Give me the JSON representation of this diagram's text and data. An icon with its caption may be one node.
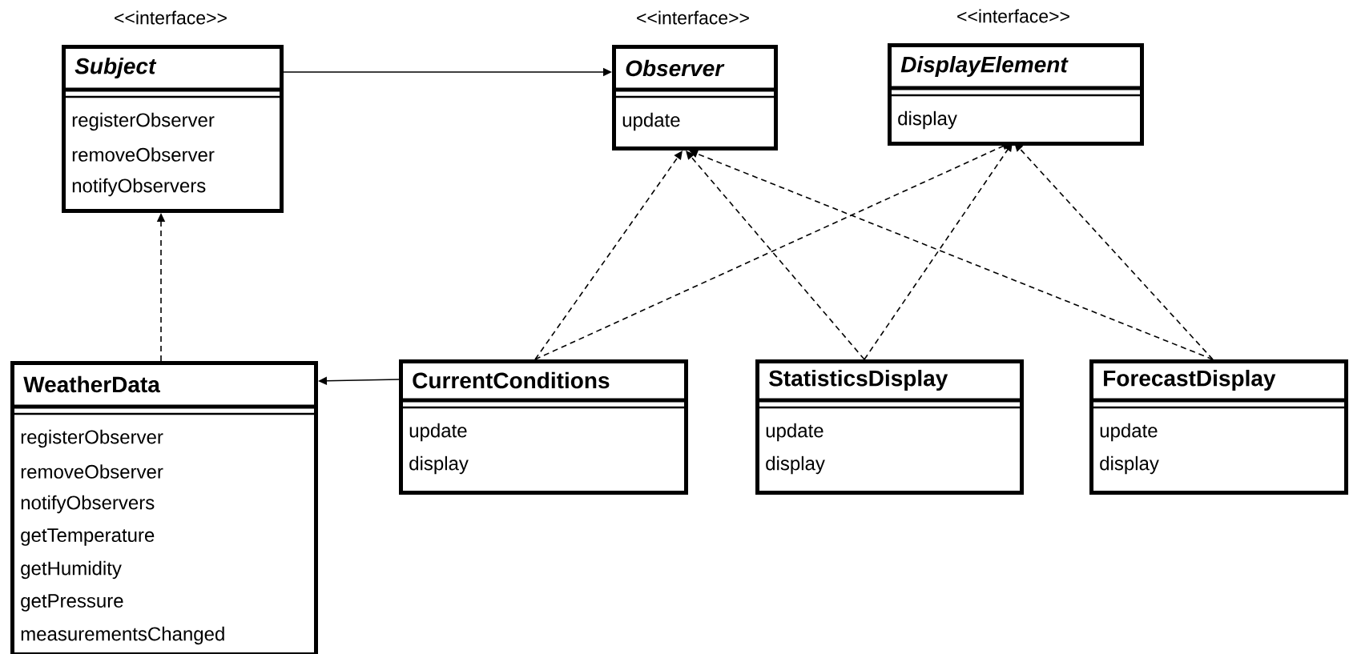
{
  "diagram": {
    "nodes": [
      {
        "text": [
          "Subject",
          "registerObserver",
          "removeObserver",
          "notifyObservers"
        ],
        "beside": [
          "<<interface>>"
        ]
      },
      {
        "text": [
          "Observer",
          "update"
        ],
        "beside": [
          "<<interface>>"
        ]
      },
      {
        "text": [
          "DisplayElement",
          "display"
        ],
        "beside": [
          "<<interface>>"
        ]
      },
      {
        "text": [
          "WeatherData",
          "registerObserver",
          "removeObserver",
          "notifyObservers",
          "getTemperature",
          "getHumidity",
          "getPressure",
          "measurementsChanged"
        ]
      },
      {
        "text": [
          "CurrentConditions",
          "update",
          "display"
        ]
      },
      {
        "text": [
          "StatisticsDisplay",
          "update",
          "display"
        ]
      },
      {
        "text": [
          "ForecastDisplay",
          "update",
          "display"
        ]
      }
    ],
    "edges": [
      {
        "from": 0,
        "to": 1,
        "arrow": "to"
      },
      {
        "from": 3,
        "to": 0,
        "arrow": "to",
        "style": "dashed"
      },
      {
        "from": 4,
        "to": 3,
        "arrow": "to"
      },
      {
        "from": 4,
        "to": 1,
        "arrow": "to",
        "style": "dashed"
      },
      {
        "from": 4,
        "to": 2,
        "arrow": "to",
        "style": "dashed"
      },
      {
        "from": 5,
        "to": 1,
        "arrow": "to",
        "style": "dashed"
      },
      {
        "from": 5,
        "to": 2,
        "arrow": "to",
        "style": "dashed"
      },
      {
        "from": 6,
        "to": 1,
        "arrow": "to",
        "style": "dashed"
      },
      {
        "from": 6,
        "to": 2,
        "arrow": "to",
        "style": "dashed"
      }
    ]
  }
}
